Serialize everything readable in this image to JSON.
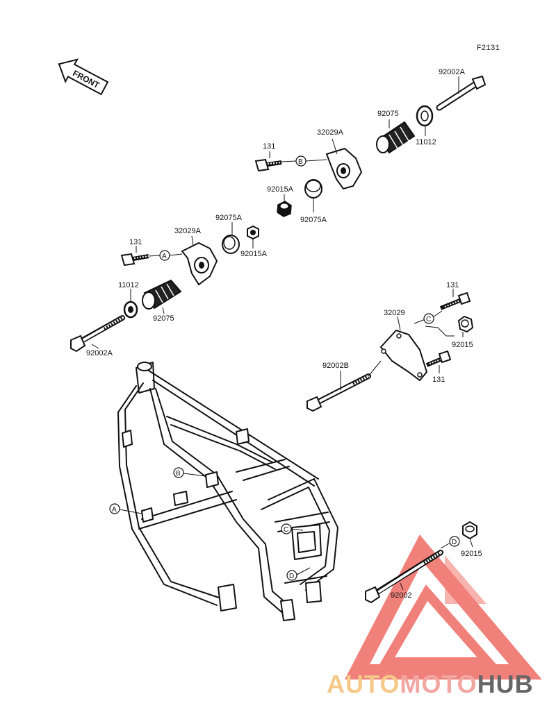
{
  "diagram_code": "F2131",
  "front_label": "FRONT",
  "parts": {
    "p_92002A_top": "92002A",
    "p_92075_top": "92075",
    "p_11012_top": "11012",
    "p_32029A_top": "32029A",
    "p_131_top": "131",
    "p_92015A_top": "92015A",
    "p_92075A_top": "92075A",
    "p_131_mid": "131",
    "p_32029A_mid": "32029A",
    "p_92075A_mid": "92075A",
    "p_92015A_mid": "92015A",
    "p_11012_mid": "11012",
    "p_92075_mid": "92075",
    "p_92002A_left": "92002A",
    "p_131_right_top": "131",
    "p_32029": "32029",
    "p_92015_right": "92015",
    "p_92002B": "92002B",
    "p_131_right_bot": "131",
    "p_92002_bottom": "92002",
    "p_92015_bottom": "92015"
  },
  "ref_markers": {
    "a1": "A",
    "b1": "B",
    "c1": "C",
    "d1": "D",
    "frame_a": "A",
    "frame_b": "B",
    "frame_c": "C",
    "frame_d": "D"
  },
  "watermark": {
    "part1": "AUTO",
    "part2": "MOTO",
    "part3": "HUB",
    "color1": "#f6c88a",
    "color2": "#f2a6a2",
    "color3": "#666666",
    "logo_color": "#ee6b63"
  }
}
